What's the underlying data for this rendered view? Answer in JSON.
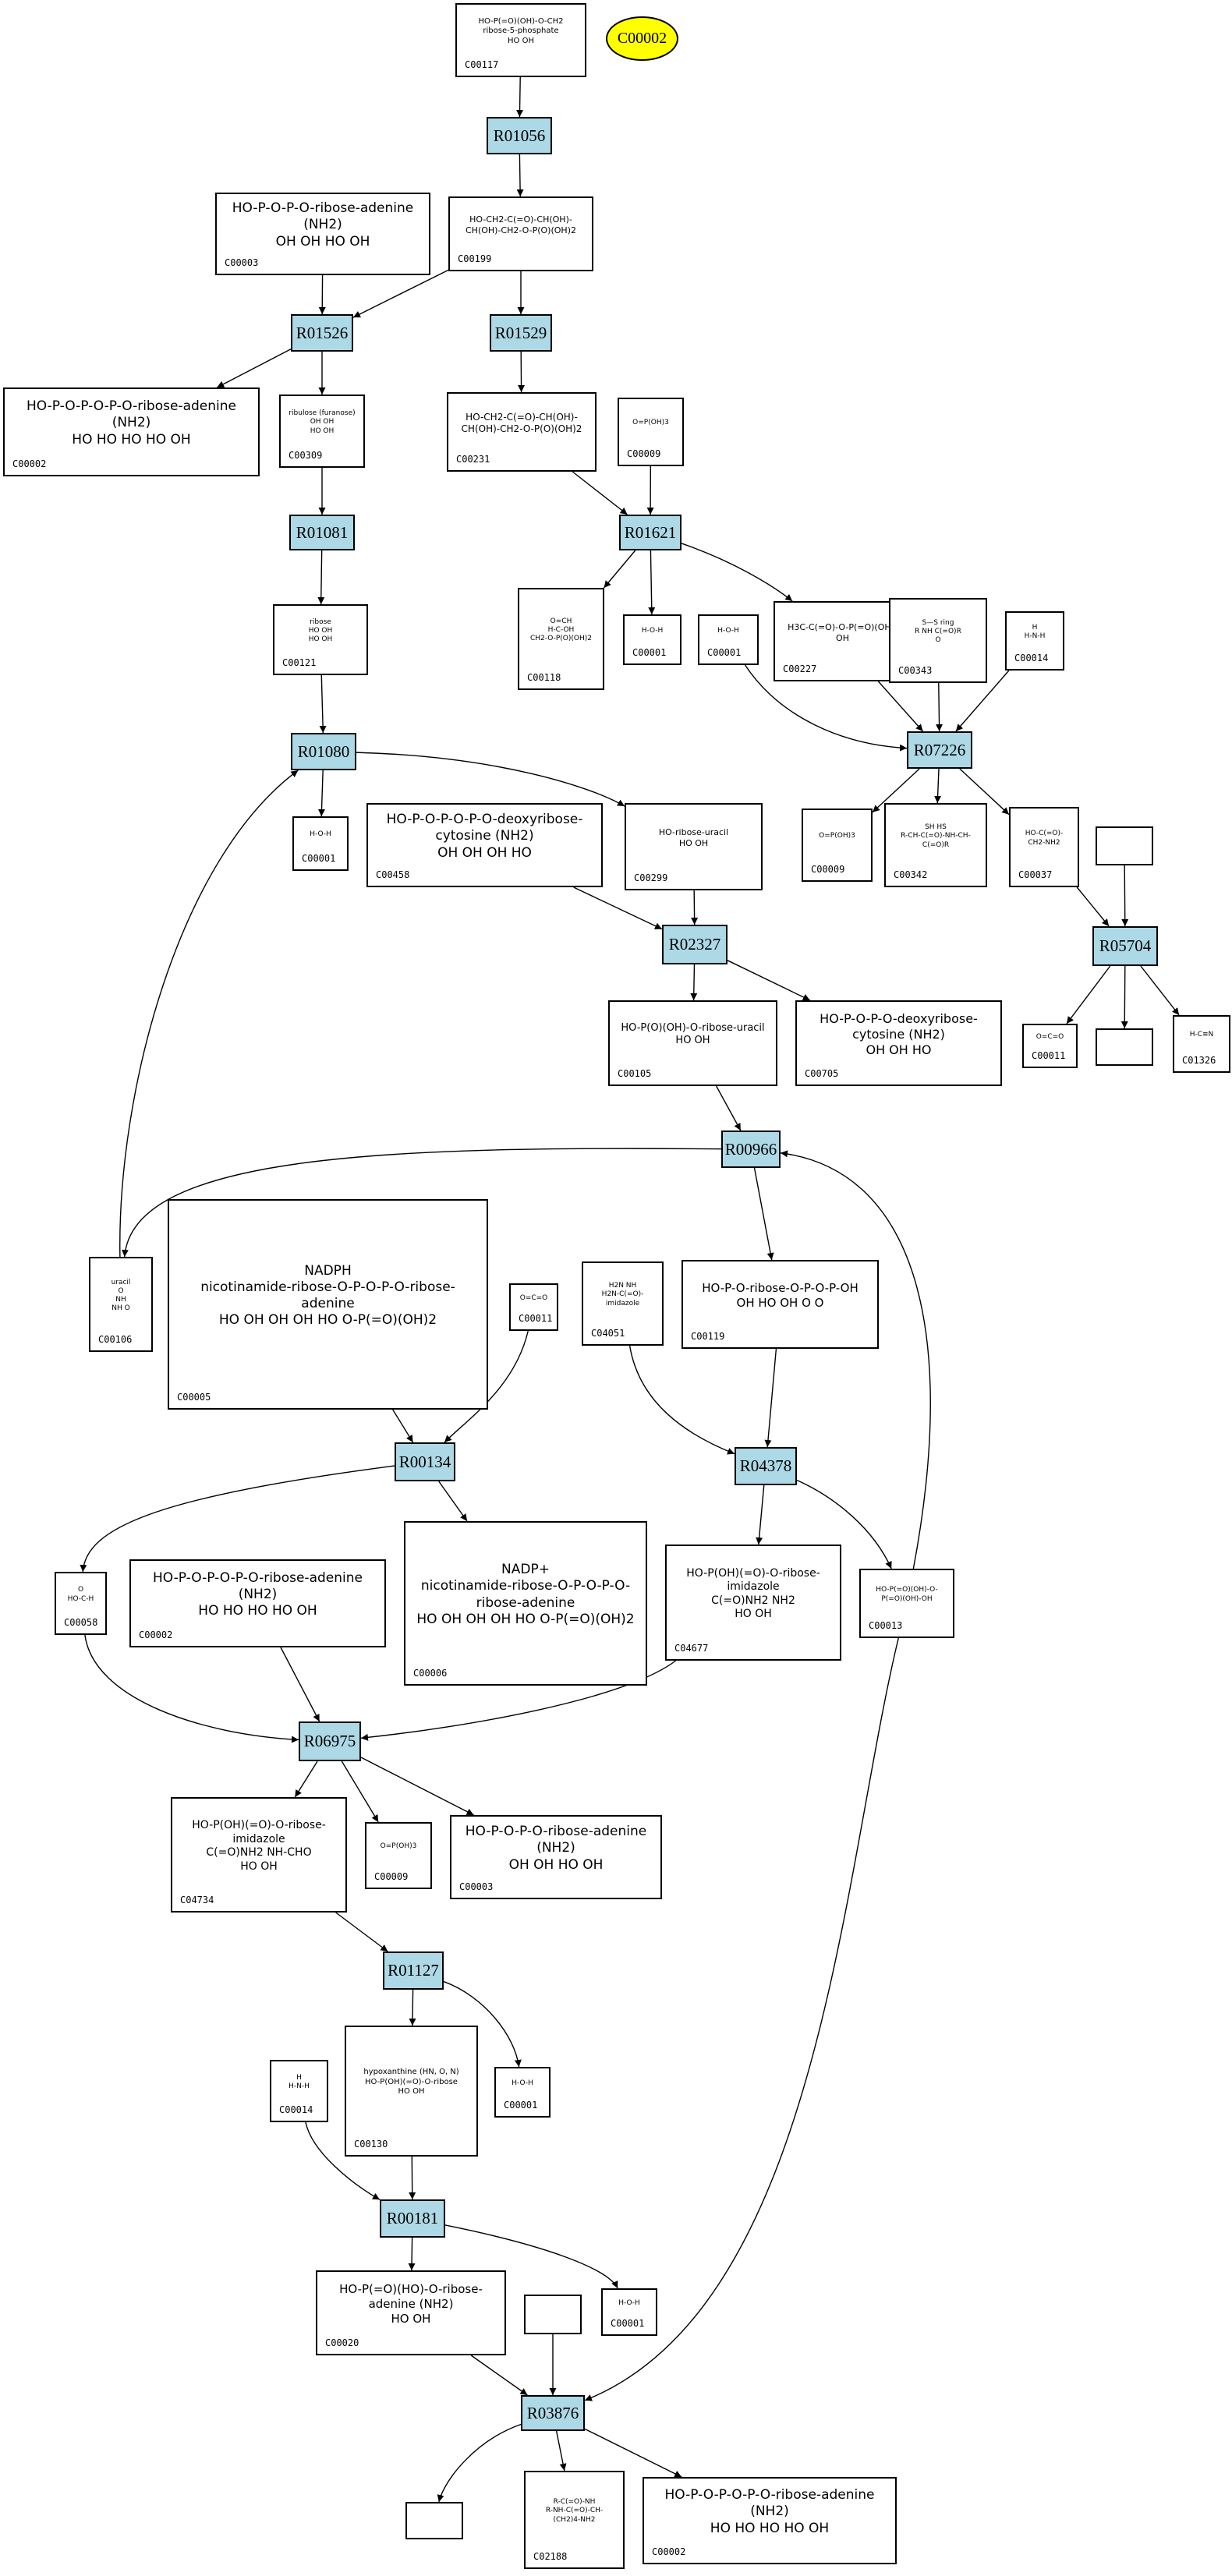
{
  "diagram": {
    "type": "metabolic-pathway-graph",
    "legend_node": {
      "id": "C00002",
      "label": "C00002",
      "color": "#ffff00"
    },
    "reaction_color": "#add8e6",
    "reactions": [
      {
        "id": "R01056",
        "label": "R01056"
      },
      {
        "id": "R01526",
        "label": "R01526"
      },
      {
        "id": "R01529",
        "label": "R01529"
      },
      {
        "id": "R01081",
        "label": "R01081"
      },
      {
        "id": "R01621",
        "label": "R01621"
      },
      {
        "id": "R01080",
        "label": "R01080"
      },
      {
        "id": "R07226",
        "label": "R07226"
      },
      {
        "id": "R02327",
        "label": "R02327"
      },
      {
        "id": "R05704",
        "label": "R05704"
      },
      {
        "id": "R00966",
        "label": "R00966"
      },
      {
        "id": "R00134",
        "label": "R00134"
      },
      {
        "id": "R04378",
        "label": "R04378"
      },
      {
        "id": "R06975",
        "label": "R06975"
      },
      {
        "id": "R01127",
        "label": "R01127"
      },
      {
        "id": "R00181",
        "label": "R00181"
      },
      {
        "id": "R03876",
        "label": "R03876"
      }
    ],
    "compounds": [
      {
        "key": "c00117",
        "label": "C00117",
        "structure": "HO-P(=O)(OH)-O-CH2\nribose-5-phosphate\nHO  OH"
      },
      {
        "key": "c00003a",
        "label": "C00003",
        "structure": "HO-P-O-P-O-ribose-adenine (NH2)\nOH  OH   HO  OH"
      },
      {
        "key": "c00199",
        "label": "C00199",
        "structure": "HO-CH2-C(=O)-CH(OH)-CH(OH)-CH2-O-P(O)(OH)2"
      },
      {
        "key": "c00002a",
        "label": "C00002",
        "structure": "HO-P-O-P-O-P-O-ribose-adenine (NH2)\nHO HO HO   HO  OH"
      },
      {
        "key": "c00309",
        "label": "C00309",
        "structure": "ribulose (furanose)\nOH OH\nHO  OH"
      },
      {
        "key": "c00231",
        "label": "C00231",
        "structure": "HO-CH2-C(=O)-CH(OH)-CH(OH)-CH2-O-P(O)(OH)2"
      },
      {
        "key": "c00009a",
        "label": "C00009",
        "structure": "O=P(OH)3"
      },
      {
        "key": "c00121",
        "label": "C00121",
        "structure": "ribose\nHO  OH\nHO  OH"
      },
      {
        "key": "c00118",
        "label": "C00118",
        "structure": "O=CH\nH-C-OH\nCH2-O-P(O)(OH)2"
      },
      {
        "key": "c00001a",
        "label": "C00001",
        "structure": "H-O-H"
      },
      {
        "key": "c00001b",
        "label": "C00001",
        "structure": "H-O-H"
      },
      {
        "key": "c00227",
        "label": "C00227",
        "structure": "H3C-C(=O)-O-P(=O)(OH)-OH"
      },
      {
        "key": "c00343",
        "label": "C00343",
        "structure": "S—S ring\nR  NH  C(=O)R\nO"
      },
      {
        "key": "c00014a",
        "label": "C00014",
        "structure": "H\nH-N-H"
      },
      {
        "key": "c00001c",
        "label": "C00001",
        "structure": "H-O-H"
      },
      {
        "key": "c00458",
        "label": "C00458",
        "structure": "HO-P-O-P-O-P-O-deoxyribose-cytosine (NH2)\nOH OH OH   HO"
      },
      {
        "key": "c00299",
        "label": "C00299",
        "structure": "HO-ribose-uracil\nHO  OH"
      },
      {
        "key": "c00009b",
        "label": "C00009",
        "structure": "O=P(OH)3"
      },
      {
        "key": "c00342",
        "label": "C00342",
        "structure": "SH  HS\nR-CH-C(=O)-NH-CH-C(=O)R"
      },
      {
        "key": "c00037",
        "label": "C00037",
        "structure": "HO-C(=O)-CH2-NH2"
      },
      {
        "key": "blank1",
        "label": "",
        "structure": ""
      },
      {
        "key": "c00105",
        "label": "C00105",
        "structure": "HO-P(O)(OH)-O-ribose-uracil\nHO  OH"
      },
      {
        "key": "c00705",
        "label": "C00705",
        "structure": "HO-P-O-P-O-deoxyribose-cytosine (NH2)\nOH OH   HO"
      },
      {
        "key": "c00011a",
        "label": "C00011",
        "structure": "O=C=O"
      },
      {
        "key": "blank2",
        "label": "",
        "structure": ""
      },
      {
        "key": "c01326",
        "label": "C01326",
        "structure": "H-C≡N"
      },
      {
        "key": "c00106",
        "label": "C00106",
        "structure": "uracil\nO\nNH\nNH  O"
      },
      {
        "key": "c00005",
        "label": "C00005",
        "structure": "NADPH\nnicotinamide-ribose-O-P-O-P-O-ribose-adenine\nHO OH   OH  OH   HO  O-P(=O)(OH)2"
      },
      {
        "key": "c00011b",
        "label": "C00011",
        "structure": "O=C=O"
      },
      {
        "key": "c04051",
        "label": "C04051",
        "structure": "H2N  NH\nH2N-C(=O)-imidazole"
      },
      {
        "key": "c00119",
        "label": "C00119",
        "structure": "HO-P-O-ribose-O-P-O-P-OH\nOH  HO OH   O  O"
      },
      {
        "key": "c00058",
        "label": "C00058",
        "structure": "O\nHO-C-H"
      },
      {
        "key": "c00002b",
        "label": "C00002",
        "structure": "HO-P-O-P-O-P-O-ribose-adenine (NH2)\nHO HO HO   HO  OH"
      },
      {
        "key": "c00006",
        "label": "C00006",
        "structure": "NADP+\nnicotinamide-ribose-O-P-O-P-O-ribose-adenine\nHO OH  OH OH  HO  O-P(=O)(OH)2"
      },
      {
        "key": "c04677",
        "label": "C04677",
        "structure": "HO-P(OH)(=O)-O-ribose-imidazole\nC(=O)NH2  NH2\nHO  OH"
      },
      {
        "key": "c00013",
        "label": "C00013",
        "structure": "HO-P(=O)(OH)-O-P(=O)(OH)-OH"
      },
      {
        "key": "c04734",
        "label": "C04734",
        "structure": "HO-P(OH)(=O)-O-ribose-imidazole\nC(=O)NH2  NH-CHO\nHO  OH"
      },
      {
        "key": "c00009c",
        "label": "C00009",
        "structure": "O=P(OH)3"
      },
      {
        "key": "c00003b",
        "label": "C00003",
        "structure": "HO-P-O-P-O-ribose-adenine (NH2)\nOH  OH   HO  OH"
      },
      {
        "key": "c00014b",
        "label": "C00014",
        "structure": "H\nH-N-H"
      },
      {
        "key": "c00130",
        "label": "C00130",
        "structure": "hypoxanthine (HN, O, N)\nHO-P(OH)(=O)-O-ribose\nHO  OH"
      },
      {
        "key": "c00001d",
        "label": "C00001",
        "structure": "H-O-H"
      },
      {
        "key": "c00020",
        "label": "C00020",
        "structure": "HO-P(=O)(HO)-O-ribose-adenine (NH2)\nHO  OH"
      },
      {
        "key": "blank3",
        "label": "",
        "structure": ""
      },
      {
        "key": "c00001e",
        "label": "C00001",
        "structure": "H-O-H"
      },
      {
        "key": "blank4",
        "label": "",
        "structure": ""
      },
      {
        "key": "c02188",
        "label": "C02188",
        "structure": "R-C(=O)-NH\nR-NH-C(=O)-CH-(CH2)4-NH2"
      },
      {
        "key": "c00002c",
        "label": "C00002",
        "structure": "HO-P-O-P-O-P-O-ribose-adenine (NH2)\nHO HO HO   HO  OH"
      }
    ],
    "edges": [
      [
        "c00117",
        "R01056"
      ],
      [
        "R01056",
        "c00199"
      ],
      [
        "c00003a",
        "R01526"
      ],
      [
        "c00199",
        "R01526"
      ],
      [
        "c00199",
        "R01529"
      ],
      [
        "R01526",
        "c00002a"
      ],
      [
        "R01526",
        "c00309"
      ],
      [
        "R01529",
        "c00231"
      ],
      [
        "c00309",
        "R01081"
      ],
      [
        "c00231",
        "R01621"
      ],
      [
        "c00009a",
        "R01621"
      ],
      [
        "R01081",
        "c00121"
      ],
      [
        "R01621",
        "c00118"
      ],
      [
        "R01621",
        "c00001a"
      ],
      [
        "R01621",
        "c00227"
      ],
      [
        "c00121",
        "R01080"
      ],
      [
        "c00001b",
        "R07226"
      ],
      [
        "c00227",
        "R07226"
      ],
      [
        "c00343",
        "R07226"
      ],
      [
        "c00014a",
        "R07226"
      ],
      [
        "R01080",
        "c00001c"
      ],
      [
        "R01080",
        "c00299"
      ],
      [
        "c00106",
        "R01080"
      ],
      [
        "R07226",
        "c00009b"
      ],
      [
        "R07226",
        "c00342"
      ],
      [
        "R07226",
        "c00037"
      ],
      [
        "c00458",
        "R02327"
      ],
      [
        "c00299",
        "R02327"
      ],
      [
        "c00037",
        "R05704"
      ],
      [
        "blank1",
        "R05704"
      ],
      [
        "R02327",
        "c00105"
      ],
      [
        "R02327",
        "c00705"
      ],
      [
        "R05704",
        "c00011a"
      ],
      [
        "R05704",
        "blank2"
      ],
      [
        "R05704",
        "c01326"
      ],
      [
        "c00105",
        "R00966"
      ],
      [
        "c00013",
        "R00966"
      ],
      [
        "R00966",
        "c00106"
      ],
      [
        "R00966",
        "c00119"
      ],
      [
        "c00005",
        "R00134"
      ],
      [
        "c00011b",
        "R00134"
      ],
      [
        "c04051",
        "R04378"
      ],
      [
        "c00119",
        "R04378"
      ],
      [
        "R00134",
        "c00058"
      ],
      [
        "R00134",
        "c00006"
      ],
      [
        "R04378",
        "c04677"
      ],
      [
        "R04378",
        "c00013"
      ],
      [
        "c00058",
        "R06975"
      ],
      [
        "c00002b",
        "R06975"
      ],
      [
        "c04677",
        "R06975"
      ],
      [
        "R06975",
        "c04734"
      ],
      [
        "R06975",
        "c00009c"
      ],
      [
        "R06975",
        "c00003b"
      ],
      [
        "c04734",
        "R01127"
      ],
      [
        "R01127",
        "c00130"
      ],
      [
        "R01127",
        "c00001d"
      ],
      [
        "c00014b",
        "R00181"
      ],
      [
        "c00130",
        "R00181"
      ],
      [
        "R00181",
        "c00020"
      ],
      [
        "R00181",
        "c00001e"
      ],
      [
        "c00020",
        "R03876"
      ],
      [
        "blank3",
        "R03876"
      ],
      [
        "c00013",
        "R03876"
      ],
      [
        "R03876",
        "blank4"
      ],
      [
        "R03876",
        "c02188"
      ],
      [
        "R03876",
        "c00002c"
      ]
    ]
  }
}
